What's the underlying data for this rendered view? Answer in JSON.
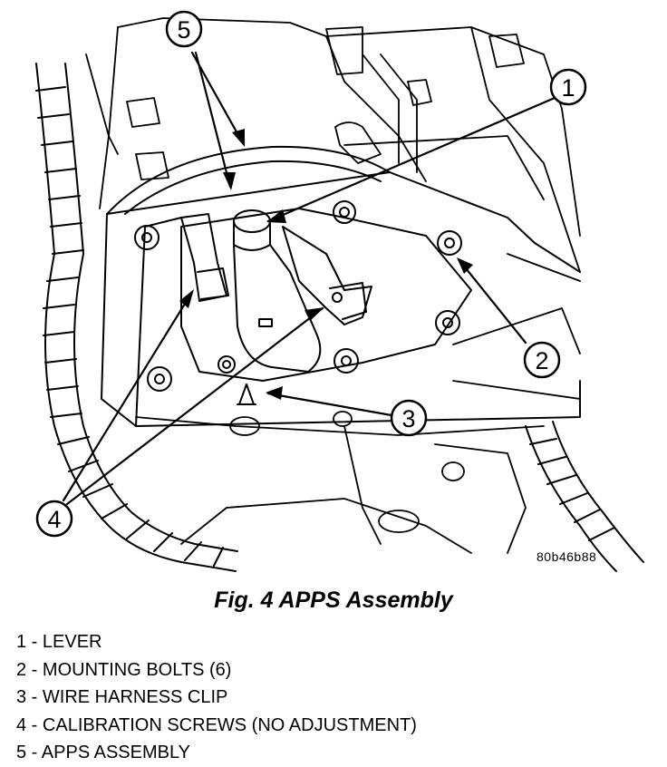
{
  "figure": {
    "code": "80b46b88",
    "caption": "Fig. 4 APPS Assembly"
  },
  "callouts": [
    "1",
    "2",
    "3",
    "4",
    "5"
  ],
  "legend": [
    {
      "num": "1",
      "sep": " - ",
      "text": "LEVER"
    },
    {
      "num": "2",
      "sep": " - ",
      "text": "MOUNTING BOLTS (6)"
    },
    {
      "num": "3",
      "sep": " - ",
      "text": "WIRE HARNESS CLIP"
    },
    {
      "num": "4",
      "sep": " - ",
      "text": "CALIBRATION SCREWS (NO ADJUSTMENT)"
    },
    {
      "num": "5",
      "sep": " - ",
      "text": "APPS ASSEMBLY"
    }
  ]
}
